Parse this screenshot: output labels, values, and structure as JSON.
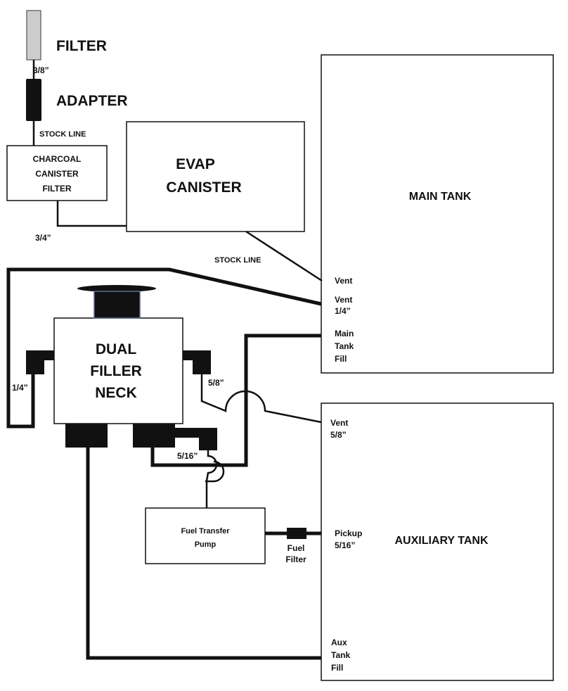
{
  "labels": {
    "filter": "FILTER",
    "adapter": "ADAPTER",
    "size_3_8": "3/8”",
    "stock_line_1": "STOCK LINE",
    "charcoal_1": "CHARCOAL",
    "charcoal_2": "CANISTER",
    "charcoal_3": "FILTER",
    "evap_1": "EVAP",
    "evap_2": "CANISTER",
    "size_3_4": "3/4”",
    "stock_line_2": "STOCK LINE",
    "main_tank": "MAIN TANK",
    "main_vent": "Vent",
    "main_vent_quarter_1": "Vent",
    "main_vent_quarter_2": "1/4”",
    "main_fill_1": "Main",
    "main_fill_2": "Tank",
    "main_fill_3": "Fill",
    "neck_1": "DUAL",
    "neck_2": "FILLER",
    "neck_3": "NECK",
    "size_1_4": "1/4”",
    "size_5_8": "5/8”",
    "size_5_16": "5/16”",
    "aux_vent_1": "Vent",
    "aux_vent_2": "5/8”",
    "pump_1": "Fuel Transfer",
    "pump_2": "Pump",
    "fuel_filter_1": "Fuel",
    "fuel_filter_2": "Filter",
    "pickup_1": "Pickup",
    "pickup_2": "5/16”",
    "aux_tank": "AUXILIARY TANK",
    "aux_fill_1": "Aux",
    "aux_fill_2": "Tank",
    "aux_fill_3": "Fill"
  },
  "colors": {
    "line": "#111111",
    "filter_fill": "#cccccc",
    "cap_edge": "#5a6a8a"
  }
}
